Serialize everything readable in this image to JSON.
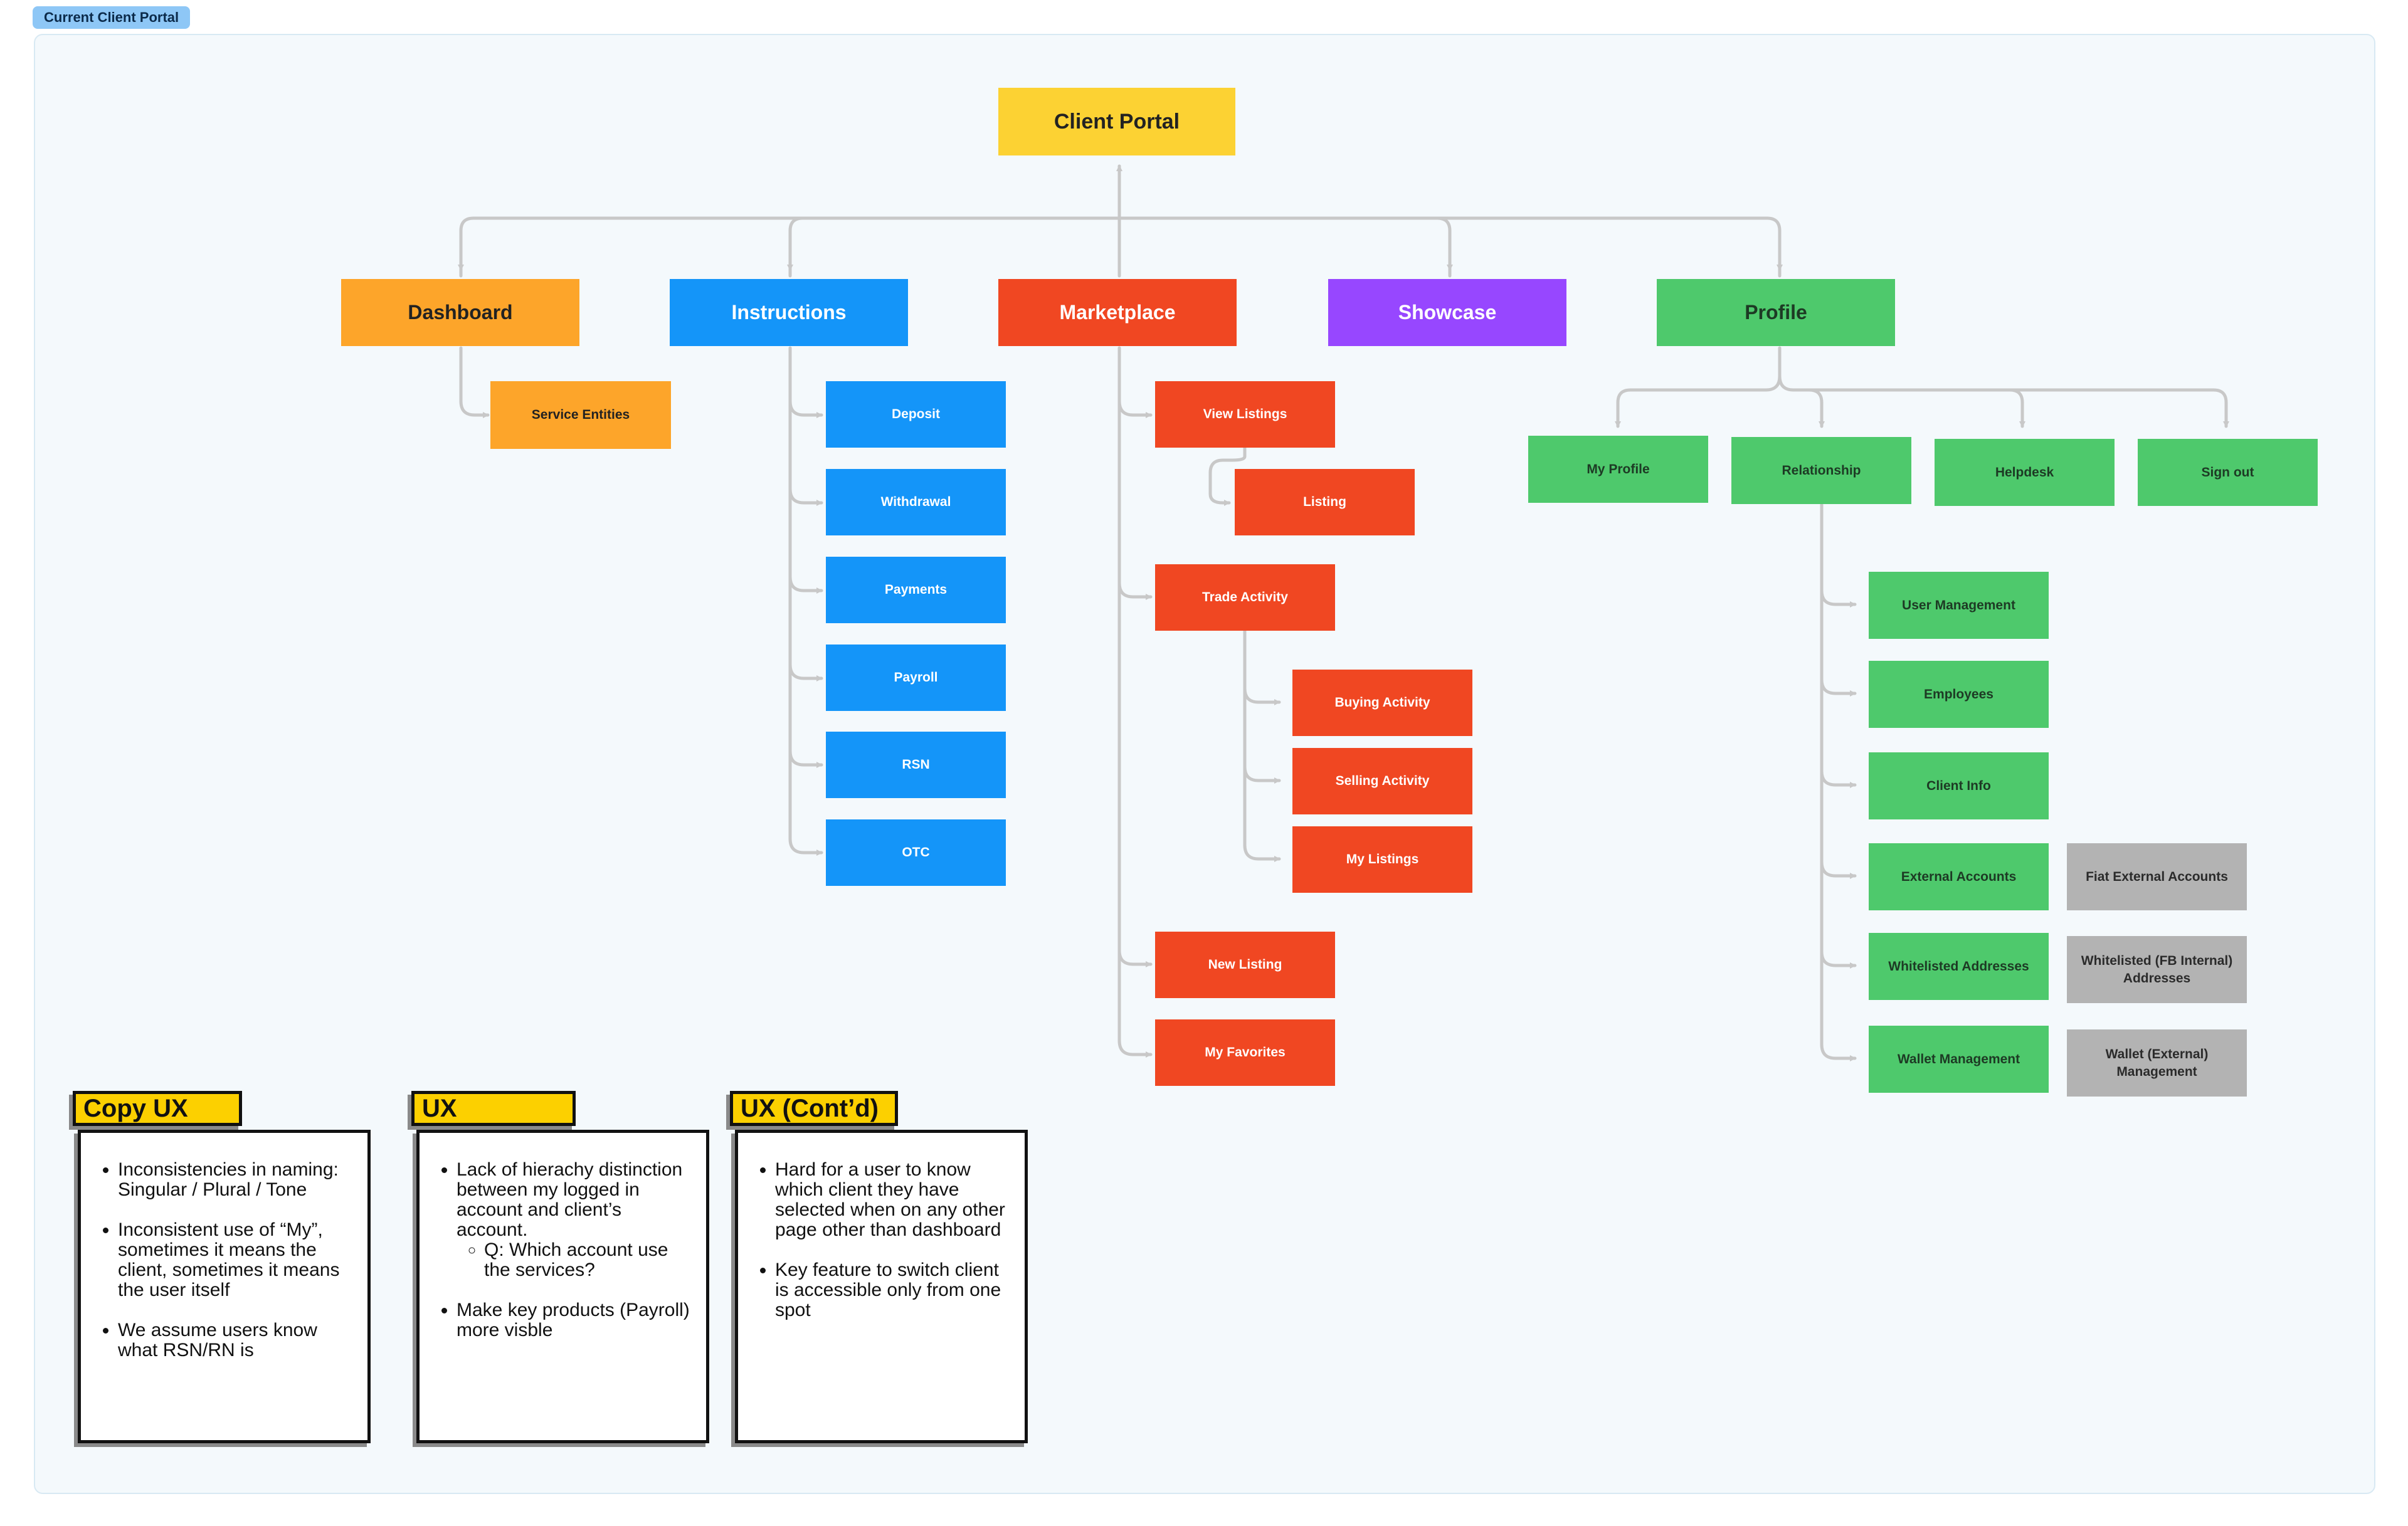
{
  "frame_label": "Current Client Portal",
  "nodes": {
    "client_portal": "Client Portal",
    "dashboard": "Dashboard",
    "instructions": "Instructions",
    "marketplace": "Marketplace",
    "showcase": "Showcase",
    "profile": "Profile",
    "service_entities": "Service Entities",
    "deposit": "Deposit",
    "withdrawal": "Withdrawal",
    "payments": "Payments",
    "payroll": "Payroll",
    "rsn": "RSN",
    "otc": "OTC",
    "view_listings": "View Listings",
    "listing": "Listing",
    "trade_activity": "Trade Activity",
    "buying_activity": "Buying Activity",
    "selling_activity": "Selling Activity",
    "my_listings": "My Listings",
    "new_listing": "New Listing",
    "my_favorites": "My Favorites",
    "my_profile": "My Profile",
    "relationship": "Relationship",
    "helpdesk": "Helpdesk",
    "sign_out": "Sign out",
    "user_management": "User Management",
    "employees": "Employees",
    "client_info": "Client Info",
    "external_accounts": "External Accounts",
    "whitelisted_addresses": "Whitelisted Addresses",
    "wallet_management": "Wallet Management",
    "fiat_external_accounts": "Fiat External Accounts",
    "whitelisted_fb_internal": "Whitelisted (FB Internal) Addresses",
    "wallet_external_management": "Wallet (External) Management"
  },
  "colors": {
    "root": "#fcd233",
    "dashboard": "#fda52a",
    "instructions": "#1495f9",
    "marketplace": "#f04722",
    "showcase": "#9747ff",
    "profile": "#4ec96c",
    "external": "#b3b3b3",
    "connector": "#c8c8c8",
    "note_tab": "#fcd000"
  },
  "notes": {
    "copy_ux": {
      "title": "Copy UX",
      "b1": "Inconsistencies in naming: Singular / Plural / Tone",
      "b2": "Inconsistent use of “My”, sometimes it means the client, sometimes it means the user itself",
      "b3": "We assume users know what RSN/RN is"
    },
    "ux": {
      "title": "UX",
      "b1": "Lack of hierachy distinction between my logged in account and client’s account.",
      "b1_sub": "Q: Which account use the services?",
      "b2": "Make key products (Payroll) more visble"
    },
    "ux_contd": {
      "title": "UX (Cont’d)",
      "b1": "Hard for a user to know which client they have selected when on any other page other than dashboard",
      "b2": "Key feature to switch client is accessible only from one spot"
    }
  }
}
